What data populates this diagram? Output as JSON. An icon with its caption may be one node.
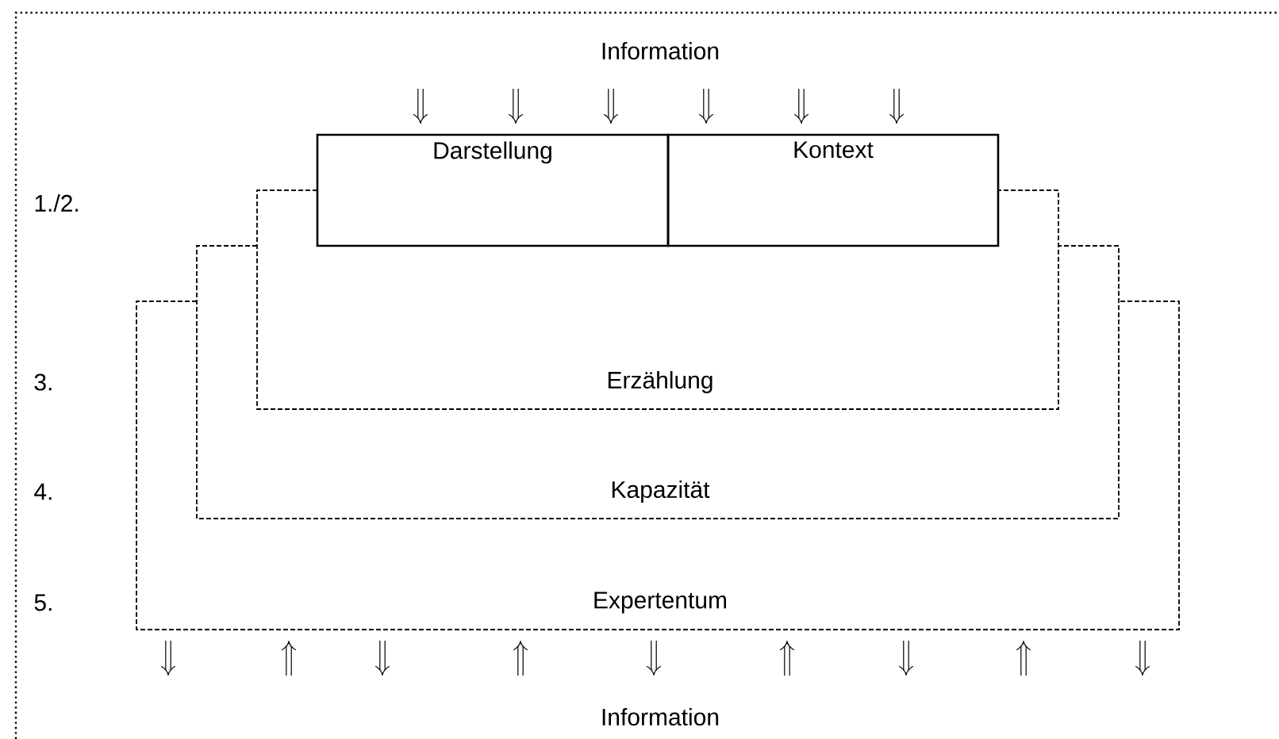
{
  "diagram": {
    "nodes": [
      {
        "text": [
          "Darstellung"
        ]
      },
      {
        "text": [
          "Kontext"
        ]
      },
      {
        "text": [
          "Erzählung"
        ]
      },
      {
        "text": [
          "Kapazität"
        ]
      },
      {
        "text": [
          "Expertentum"
        ]
      }
    ],
    "labels": [
      "Information",
      "1./2.",
      "3.",
      "4.",
      "5.",
      "Information"
    ]
  }
}
